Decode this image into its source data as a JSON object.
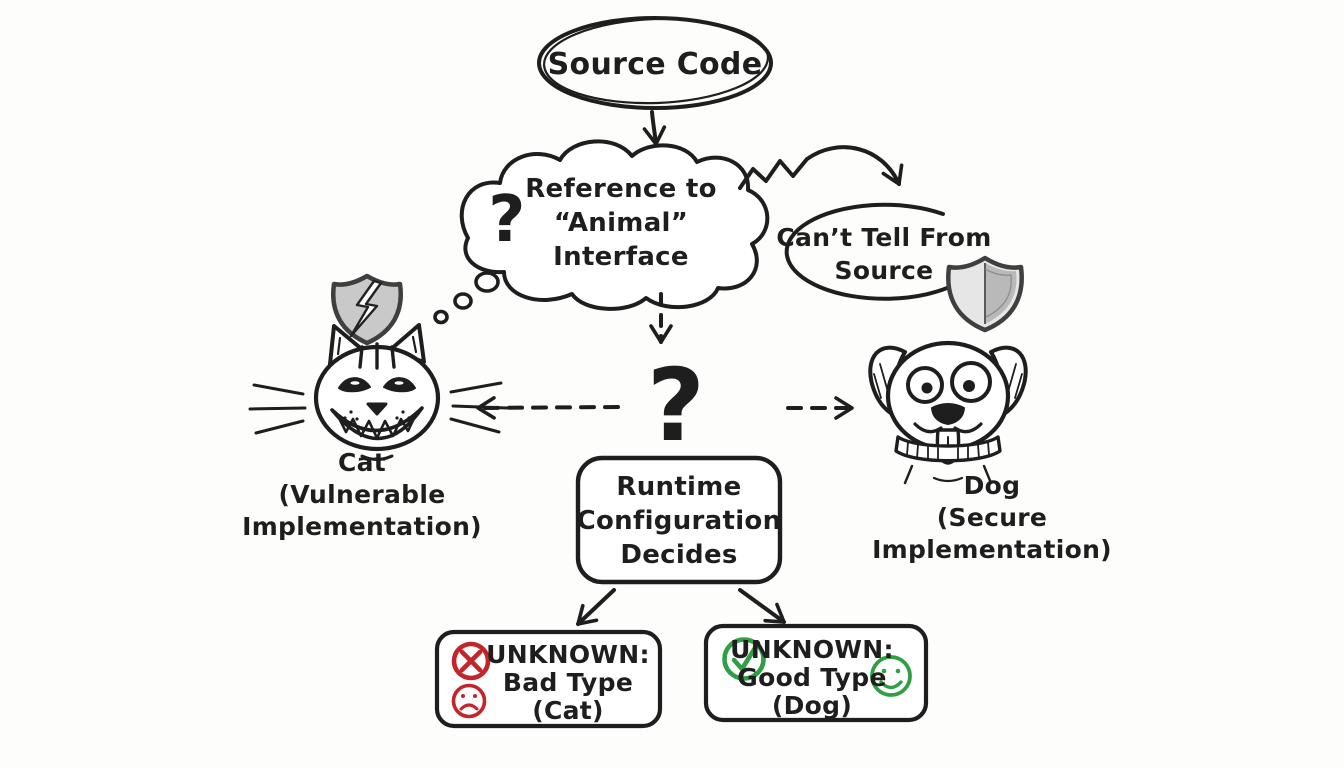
{
  "title": "Runtime type decision diagram (Animal interface)",
  "colors": {
    "ink": "#1e1e1e",
    "background": "#fdfdfc",
    "bad_red": "#c2262b",
    "good_green": "#2f9e44",
    "shield_gray_light": "#e6e6e6",
    "shield_gray_dark": "#b9b9b9",
    "shield_stroke": "#3f3f3f"
  },
  "nodes": {
    "source": {
      "label": "Source Code"
    },
    "thought_cloud": {
      "question_mark": "?",
      "text": "Reference to\n“Animal”\nInterface"
    },
    "cant_tell": {
      "text": "Can’t Tell From\nSource"
    },
    "cat": {
      "label": "Cat\n(Vulnerable\nImplementation)"
    },
    "dog": {
      "label": "Dog\n(Secure Implementation)"
    },
    "decision": {
      "question_mark": "?"
    },
    "runtime": {
      "text": "Runtime\nConfiguration\nDecides"
    },
    "outcome_bad": {
      "text": "UNKNOWN:\nBad Type\n(Cat)"
    },
    "outcome_good": {
      "text": "UNKNOWN:\nGood Type\n(Dog)"
    }
  },
  "icons": {
    "broken_shield": "broken-shield (vulnerable)",
    "intact_shield": "shield (secure)",
    "cross": "✕ in circle",
    "sad_face": "frowning face",
    "check": "✓ in circle",
    "smiley_face": "smiling face",
    "cat_face": "grinning striped cat",
    "dog_face": "happy dog with collar",
    "thought_dots": "thought-bubble trail"
  },
  "edges": [
    "source -> thought_cloud (solid arrow)",
    "thought_cloud ~> cant_tell (squiggly arrow)",
    "thought_cloud --> decision (dashed arrow)",
    "decision <-- cat (dashed arrow)",
    "decision --> dog (dashed arrow)",
    "runtime -> outcome_bad (solid arrow)",
    "runtime -> outcome_good (solid arrow)"
  ]
}
